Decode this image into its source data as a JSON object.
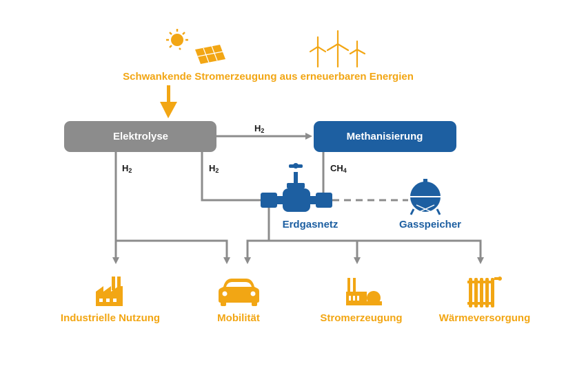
{
  "colors": {
    "orange": "#f2a614",
    "gray": "#8c8c8c",
    "blue": "#1d5fa1",
    "text_dark": "#1a1a1a"
  },
  "source": {
    "label": "Schwankende Stromerzeugung aus erneuerbaren Energien",
    "icons": [
      "sun-icon",
      "solar-panel-icon",
      "wind-turbines-icon"
    ]
  },
  "nodes": {
    "elektrolyse": "Elektrolyse",
    "methanisierung": "Methanisierung",
    "erdgasnetz": "Erdgasnetz",
    "gasspeicher": "Gasspeicher"
  },
  "flows": {
    "h2_main": "H",
    "h2_main_sub": "2",
    "h2_left": "H",
    "h2_left_sub": "2",
    "h2_mid": "H",
    "h2_mid_sub": "2",
    "ch4": "CH",
    "ch4_sub": "4"
  },
  "outputs": [
    {
      "label": "Industrielle Nutzung",
      "icon": "factory-icon"
    },
    {
      "label": "Mobilität",
      "icon": "car-icon"
    },
    {
      "label": "Stromerzeugung",
      "icon": "power-plant-icon"
    },
    {
      "label": "Wärmeversorgung",
      "icon": "radiator-icon"
    }
  ]
}
